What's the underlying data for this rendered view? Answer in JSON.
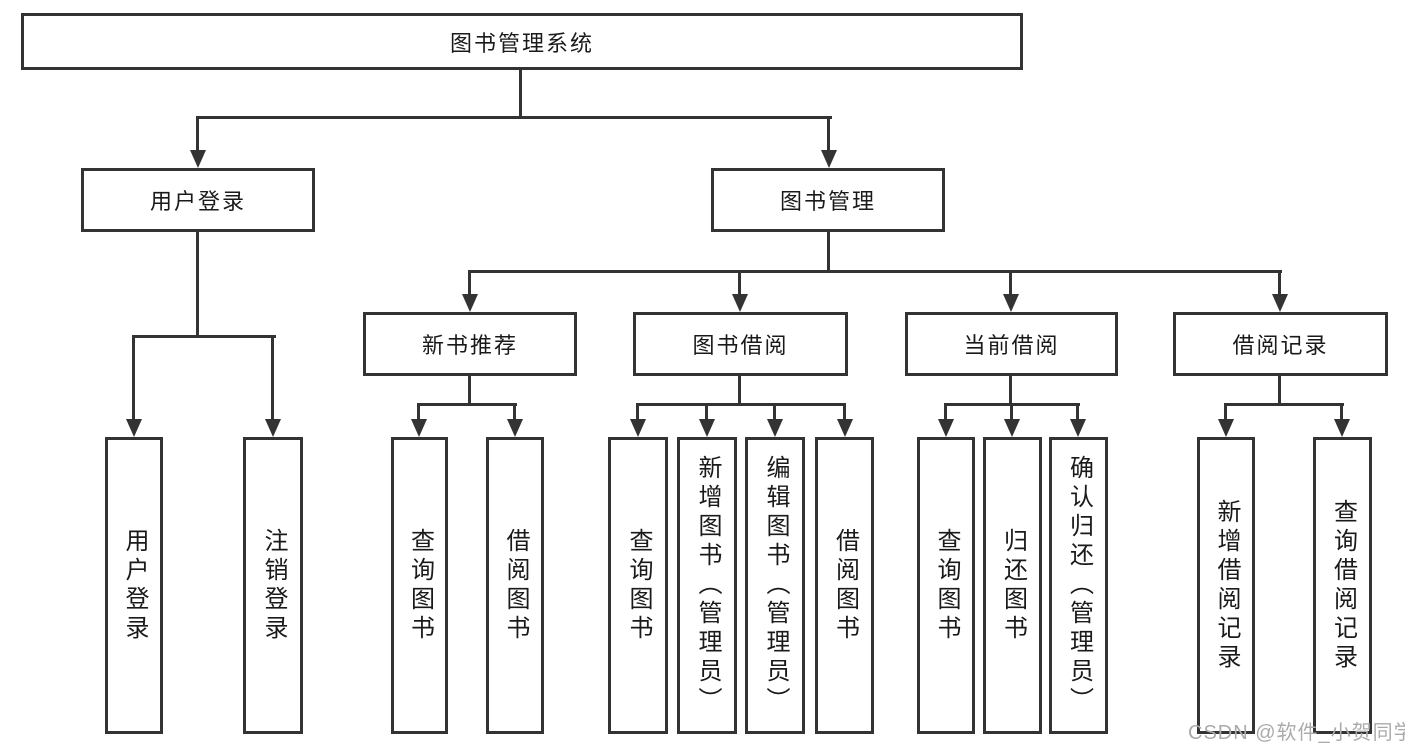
{
  "diagram": {
    "root": "图书管理系统",
    "level2": [
      "用户登录",
      "图书管理"
    ],
    "level3": [
      "新书推荐",
      "图书借阅",
      "当前借阅",
      "借阅记录"
    ],
    "leaves": {
      "login": [
        "用户登录",
        "注销登录"
      ],
      "recommend": [
        "查询图书",
        "借阅图书"
      ],
      "borrow": [
        "查询图书",
        "新增图书（管理员）",
        "编辑图书（管理员）",
        "借阅图书"
      ],
      "current": [
        "查询图书",
        "归还图书",
        "确认归还（管理员）"
      ],
      "records": [
        "新增借阅记录",
        "查询借阅记录"
      ]
    },
    "watermark": "CSDN @软件_小贺同学",
    "colors": {
      "line": "#333333",
      "text": "#1a1a1a",
      "watermark": "#ababab",
      "background": "#ffffff"
    }
  }
}
